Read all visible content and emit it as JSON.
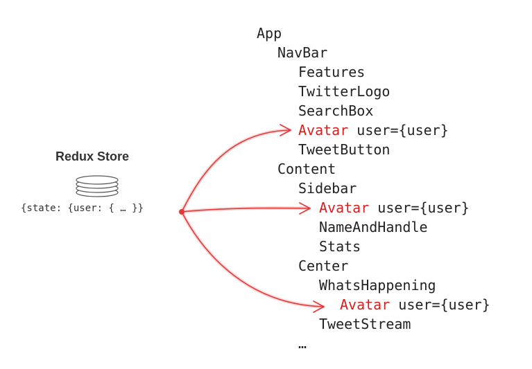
{
  "store": {
    "title": "Redux Store",
    "state_text": "{state: {user: { … }}"
  },
  "tree": [
    {
      "name": "App",
      "depth": 0
    },
    {
      "name": "NavBar",
      "depth": 1
    },
    {
      "name": "Features",
      "depth": 2
    },
    {
      "name": "TwitterLogo",
      "depth": 2
    },
    {
      "name": "SearchBox",
      "depth": 2
    },
    {
      "name": "Avatar",
      "depth": 2,
      "prop": "user={user}",
      "highlight": true
    },
    {
      "name": "TweetButton",
      "depth": 2
    },
    {
      "name": "Content",
      "depth": 1
    },
    {
      "name": "Sidebar",
      "depth": 2
    },
    {
      "name": "Avatar",
      "depth": 3,
      "prop": "user={user}",
      "highlight": true
    },
    {
      "name": "NameAndHandle",
      "depth": 3
    },
    {
      "name": "Stats",
      "depth": 3
    },
    {
      "name": "Center",
      "depth": 2
    },
    {
      "name": "WhatsHappening",
      "depth": 3
    },
    {
      "name": "Avatar",
      "depth": 4,
      "prop": "user={user}",
      "highlight": true
    },
    {
      "name": "TweetStream",
      "depth": 3
    },
    {
      "name": "…",
      "depth": 2
    }
  ],
  "colors": {
    "highlight": "#d42020",
    "arrow": "#e85a5a",
    "text": "#222222"
  }
}
